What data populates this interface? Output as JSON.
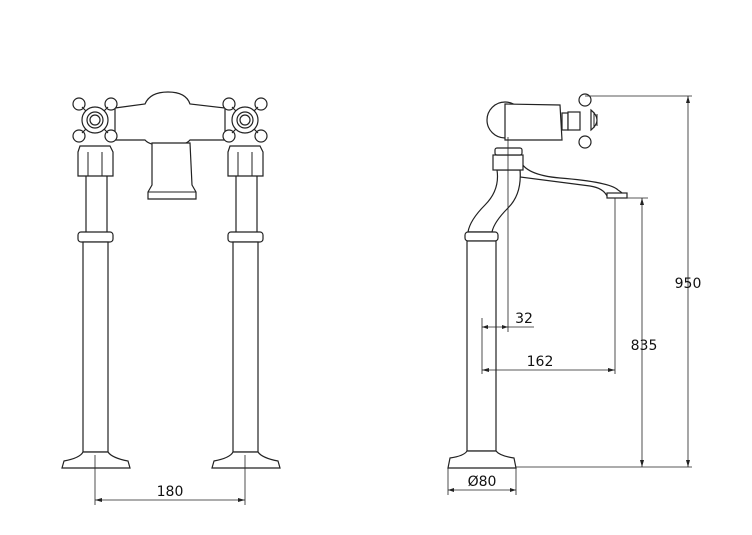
{
  "title": "Bath pillar taps technical drawing",
  "dimensions": {
    "centres": "180",
    "spout_offset": "32",
    "spout_reach": "162",
    "spout_height": "835",
    "overall_height": "950",
    "base_diameter": "Ø80"
  },
  "colors": {
    "line": "#222222",
    "background": "#ffffff"
  }
}
